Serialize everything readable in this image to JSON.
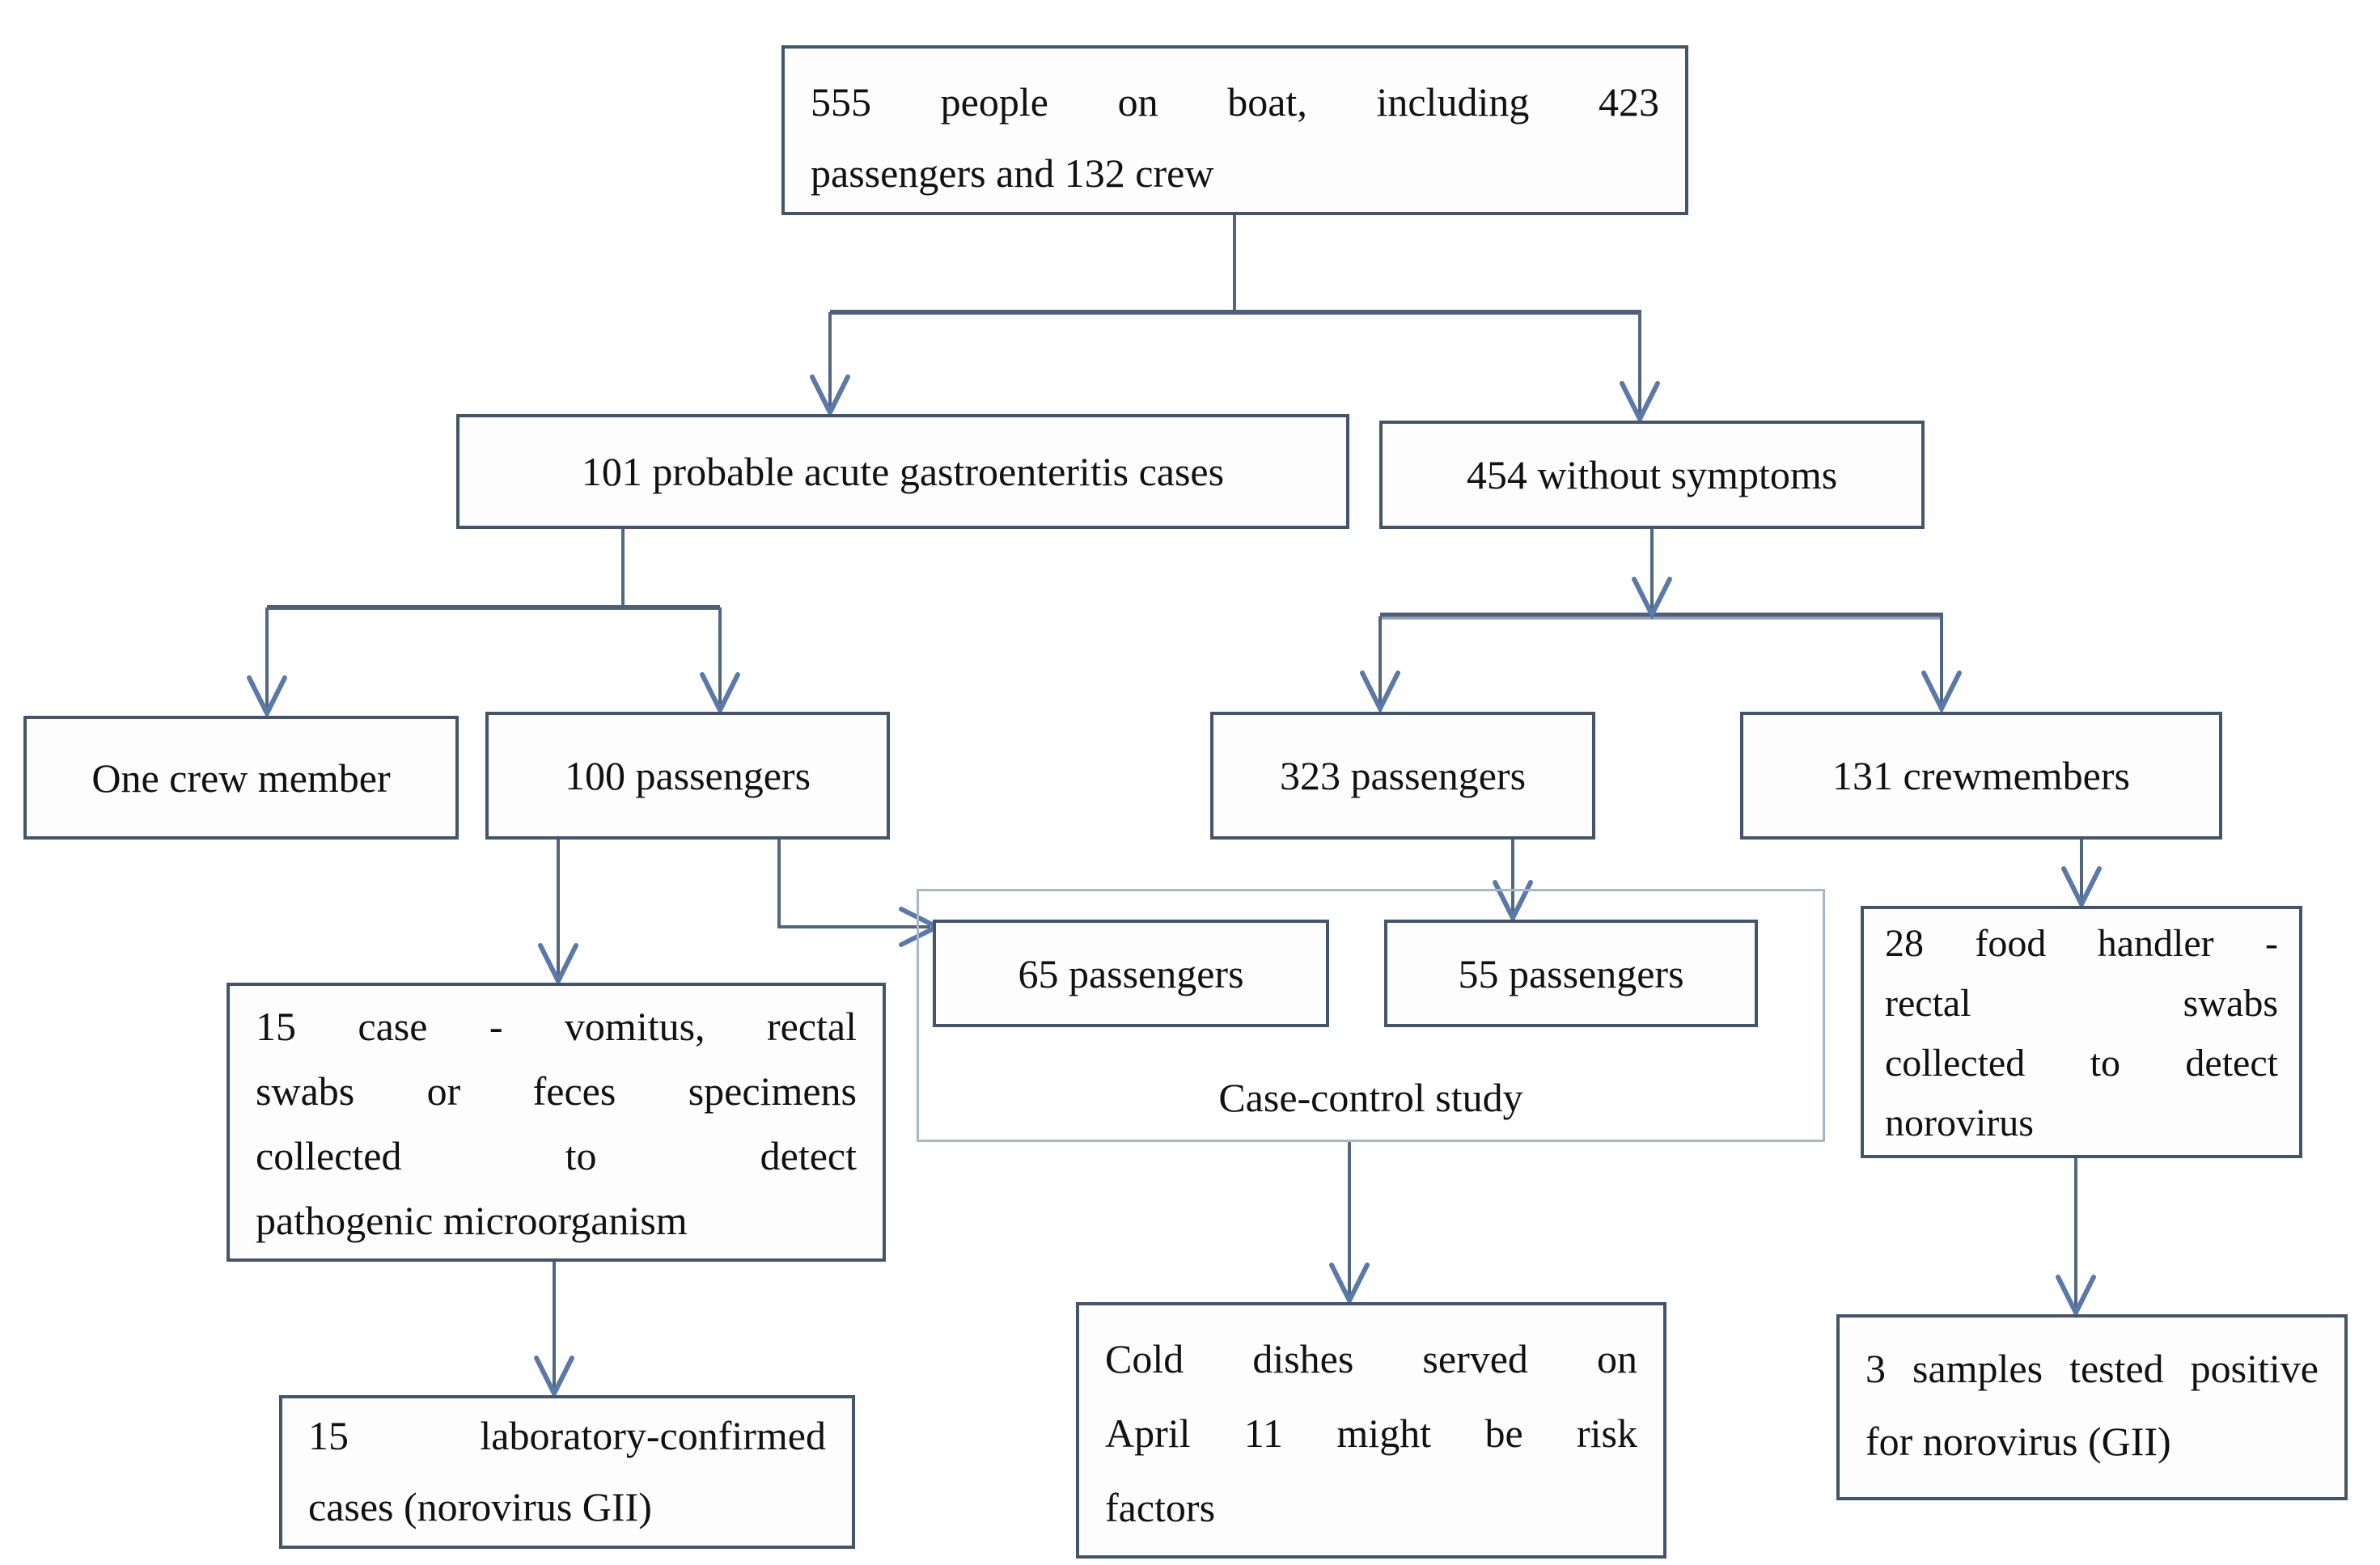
{
  "figure": {
    "type": "flowchart",
    "title": "Norovirus outbreak investigation flow on boat",
    "colors": {
      "box_border": "#44546a",
      "box_fill": "#fdfdfe",
      "connector_line": "#51677f",
      "connector_bar": "#4e5f77",
      "arrowhead": "#5b79a8",
      "container_border": "#a9b6c6",
      "text": "#111111",
      "background": "#ffffff"
    },
    "nodes": {
      "total": {
        "text": "555 people on boat, including 423 passengers and 132 crew",
        "lines": [
          "555 people on boat, including 423",
          "passengers and 132 crew"
        ]
      },
      "cases": {
        "text": "101 probable acute gastroenteritis cases"
      },
      "no_symptoms": {
        "text": "454 without symptoms"
      },
      "crew_case": {
        "text": "One crew member"
      },
      "passenger_cases": {
        "text": "100 passengers"
      },
      "passengers_asymptomatic": {
        "text": "323 passengers"
      },
      "crew_asymptomatic": {
        "text": "131 crewmembers"
      },
      "cc_cases": {
        "text": "65 passengers"
      },
      "cc_controls": {
        "text": "55 passengers"
      },
      "cc_label": {
        "text": "Case-control study"
      },
      "specimens": {
        "text": "15 case - vomitus, rectal swabs or feces specimens collected to detect pathogenic microorganism",
        "lines": [
          "15 case - vomitus, rectal",
          "swabs or feces specimens",
          "collected to detect",
          "pathogenic microorganism"
        ]
      },
      "confirmed": {
        "text": "15 laboratory-confirmed cases (norovirus GII)",
        "lines": [
          "15 laboratory-confirmed",
          "cases (norovirus GII)"
        ]
      },
      "risk": {
        "text": "Cold dishes served on April 11 might be risk factors",
        "lines": [
          "Cold dishes served on",
          "April 11 might be risk",
          "factors"
        ]
      },
      "food_handlers": {
        "text": "28 food handler - rectal swabs collected to detect norovirus",
        "lines": [
          "28 food handler -",
          "rectal swabs",
          "collected to detect",
          "norovirus"
        ]
      },
      "positive": {
        "text": "3 samples tested positive for norovirus (GII)",
        "lines": [
          "3 samples tested positive",
          "for norovirus (GII)"
        ]
      }
    }
  }
}
